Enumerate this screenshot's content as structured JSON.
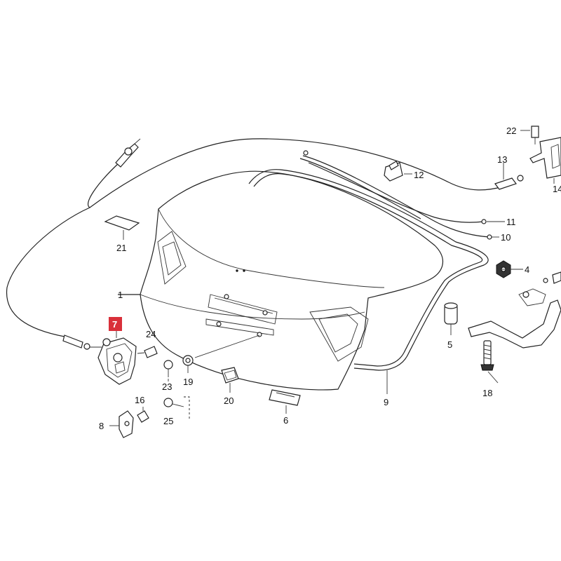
{
  "diagram": {
    "highlighted_part": "7",
    "highlight_color": "#d9303a",
    "labels": {
      "p1": "1",
      "p4": "4",
      "p5": "5",
      "p6": "6",
      "p7": "7",
      "p8": "8",
      "p9": "9",
      "p10": "10",
      "p11": "11",
      "p12": "12",
      "p13": "13",
      "p14": "14",
      "p16": "16",
      "p18": "18",
      "p19": "19",
      "p20": "20",
      "p21": "21",
      "p22": "22",
      "p23": "23",
      "p24": "24",
      "p25": "25"
    }
  }
}
